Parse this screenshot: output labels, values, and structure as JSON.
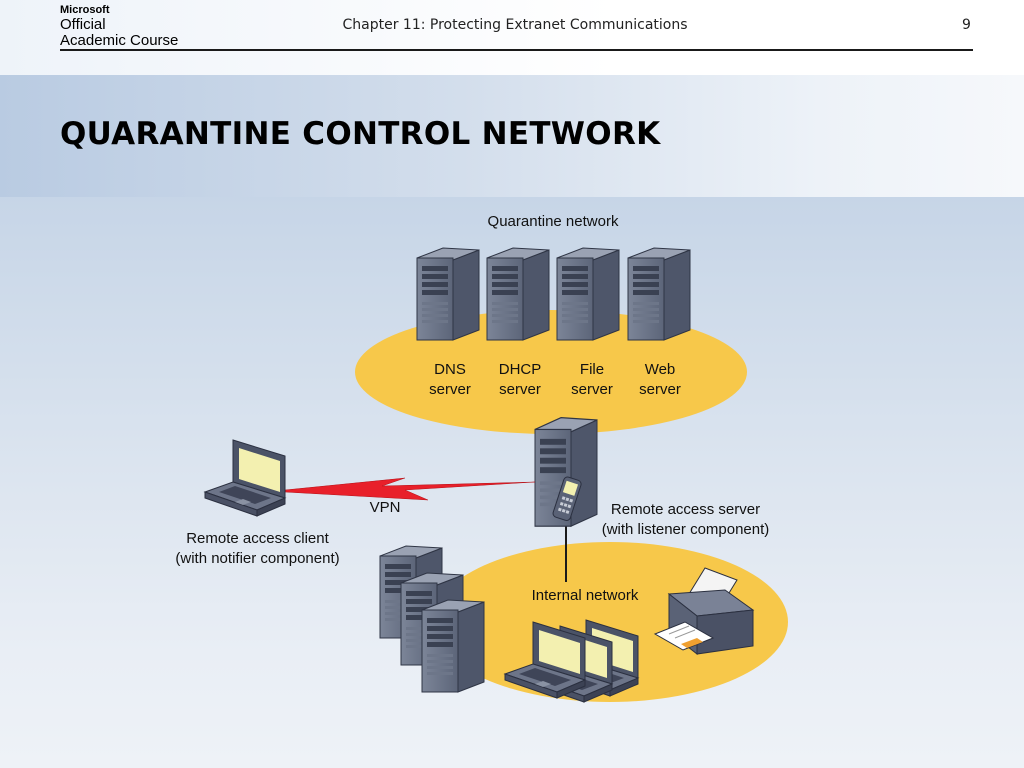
{
  "header": {
    "logo_line1": "Microsoft",
    "logo_line2": "Official",
    "logo_line3": "Academic Course",
    "chapter": "Chapter 11: Protecting Extranet Communications",
    "page_number": "9"
  },
  "slide": {
    "title": "QUARANTINE CONTROL NETWORK"
  },
  "diagram": {
    "quarantine_label": "Quarantine network",
    "servers": [
      {
        "line1": "DNS",
        "line2": "server"
      },
      {
        "line1": "DHCP",
        "line2": "server"
      },
      {
        "line1": "File",
        "line2": "server"
      },
      {
        "line1": "Web",
        "line2": "server"
      }
    ],
    "vpn_label": "VPN",
    "client_line1": "Remote access client",
    "client_line2": "(with notifier component)",
    "ras_line1": "Remote access server",
    "ras_line2": "(with listener component)",
    "internal_label": "Internal network",
    "colors": {
      "network_fill": "#f7c84a",
      "vpn_bolt": "#e8202a",
      "server_body": "#5a6478",
      "screen": "#f3f0b0"
    }
  }
}
